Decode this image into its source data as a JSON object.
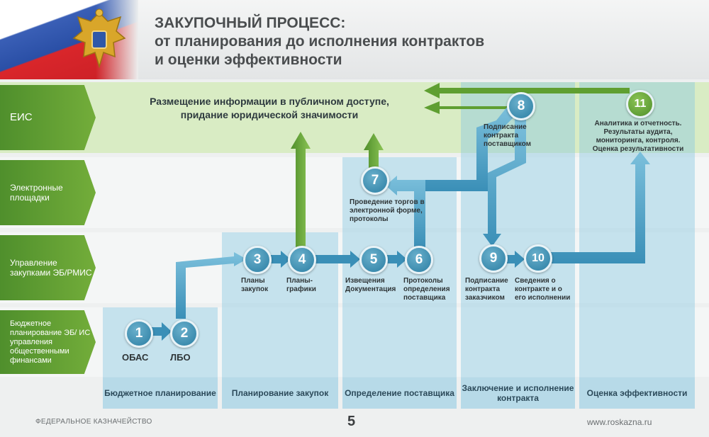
{
  "header": {
    "title_line1": "ЗАКУПОЧНЫЙ ПРОЦЕСС:",
    "title_line2": "от планирования до исполнения контрактов",
    "title_line3": "и оценки эффективности"
  },
  "rows": [
    {
      "label": "ЕИС"
    },
    {
      "label": "Электронные площадки"
    },
    {
      "label": "Управление закупками ЭБ/РМИС"
    },
    {
      "label": "Бюджетное планирование ЭБ/ ИС управления общественными финансами"
    }
  ],
  "eis_text": {
    "line1": "Размещение информации в публичном доступе,",
    "line2": "придание юридической значимости"
  },
  "columns": [
    {
      "caption": "Бюджетное планирование"
    },
    {
      "caption": "Планирование закупок"
    },
    {
      "caption": "Определение поставщика"
    },
    {
      "caption": "Заключение и исполнение контракта"
    },
    {
      "caption": "Оценка эффективности"
    }
  ],
  "nodes": {
    "n1": {
      "num": "1",
      "label": "ОБАС"
    },
    "n2": {
      "num": "2",
      "label": "ЛБО"
    },
    "n3": {
      "num": "3",
      "label": "Планы закупок"
    },
    "n4": {
      "num": "4",
      "label": "Планы-графики"
    },
    "n5": {
      "num": "5",
      "label": "Извещения Документация"
    },
    "n6": {
      "num": "6",
      "label": "Протоколы определения поставщика"
    },
    "n7": {
      "num": "7",
      "label": "Проведение торгов в электронной форме, протоколы"
    },
    "n8": {
      "num": "8",
      "label": "Подписание контракта поставщиком"
    },
    "n9": {
      "num": "9",
      "label": "Подписание контракта заказчиком"
    },
    "n10": {
      "num": "10",
      "label": "Сведения о контракте и о его исполнении"
    },
    "n11": {
      "num": "11",
      "label": "Аналитика и отчетность. Результаты аудита, мониторинга, контроля. Оценка результативности"
    }
  },
  "footer": {
    "left": "ФЕДЕРАЛЬНОЕ КАЗНАЧЕЙСТВО",
    "page": "5",
    "right": "www.roskazna.ru"
  },
  "colors": {
    "green": "#5f9f31",
    "blue": "#3a8fb7",
    "light_green": "#d8ebc0",
    "light_blue": "#8bc9e2"
  }
}
